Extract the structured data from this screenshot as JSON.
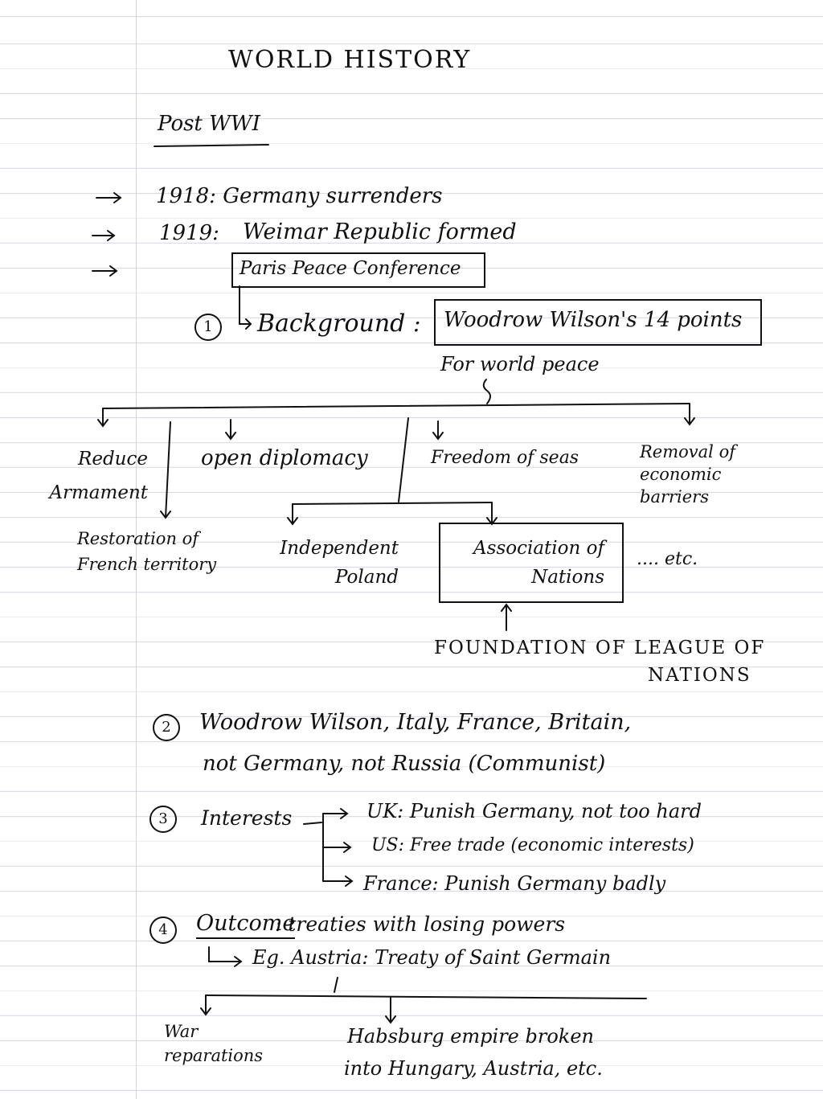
{
  "title": "WORLD HISTORY",
  "subtitle": "Post WWI",
  "timeline": {
    "line1": "1918: Germany surrenders",
    "line2_year": "1919:",
    "line2_text": "Weimar Republic formed",
    "conference": "Paris Peace Conference"
  },
  "section1": {
    "number": "1",
    "label": "Background",
    "colon": ":",
    "boxed": "Woodrow Wilson's 14 points",
    "note": "For world peace",
    "points": {
      "reduce_armament": "Reduce Armament",
      "open_diplomacy": "open diplomacy",
      "freedom_of_seas": "Freedom of seas",
      "removal_of_barriers": "Removal of economic barriers",
      "restoration": "Restoration of French territory",
      "independent_poland": "Independent Poland",
      "association": "Association of Nations",
      "etc": ".... etc."
    },
    "foundation_line1": "FOUNDATION OF LEAGUE OF",
    "foundation_line2": "NATIONS"
  },
  "section2": {
    "number": "2",
    "line1": "Woodrow Wilson, Italy, France, Britain,",
    "line2": "not Germany, not Russia (Communist)"
  },
  "section3": {
    "number": "3",
    "label": "Interests",
    "uk": "UK: Punish Germany, not too hard",
    "us": "US:   Free trade (economic interests)",
    "france": "France:  Punish Germany badly"
  },
  "section4": {
    "number": "4",
    "label": "Outcome",
    "text": ": treaties with losing powers",
    "example": "Eg. Austria: Treaty of Saint Germain",
    "war_reparations": "War reparations",
    "habsburg_line1": "Habsburg empire broken",
    "habsburg_line2": "into Hungary, Austria, etc."
  }
}
